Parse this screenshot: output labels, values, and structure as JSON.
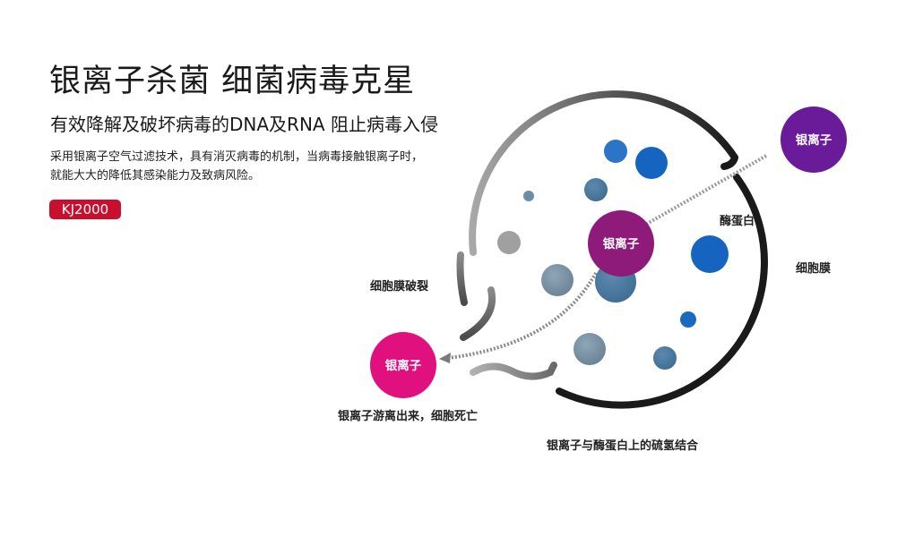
{
  "title": "银离子杀菌 细菌病毒克星",
  "subtitle": "有效降解及破坏病毒的DNA及RNA 阻止病毒入侵",
  "description": "采用银离子空气过滤技术，具有消灭病毒的机制，当病毒接触银离子时，就能大大的降低其感染能力及致病风险。",
  "badge": "KJ2000",
  "ion_label": "银离子",
  "labels": {
    "enzyme": "酶蛋白",
    "membrane": "细胞膜",
    "membrane_rupture": "细胞膜破裂",
    "ion_escape": "银离子游离出来，细胞死亡",
    "ion_bind": "银离子与酶蛋白上的硫氢结合"
  },
  "colors": {
    "accent_red": "#c8102e",
    "ion_purple": "#6a1b9a",
    "ion_magenta_purple": "#8e1a7a",
    "ion_pink": "#e0117f",
    "blue_dot": "#1565c0",
    "membrane_dark": "#1a1a1a"
  }
}
